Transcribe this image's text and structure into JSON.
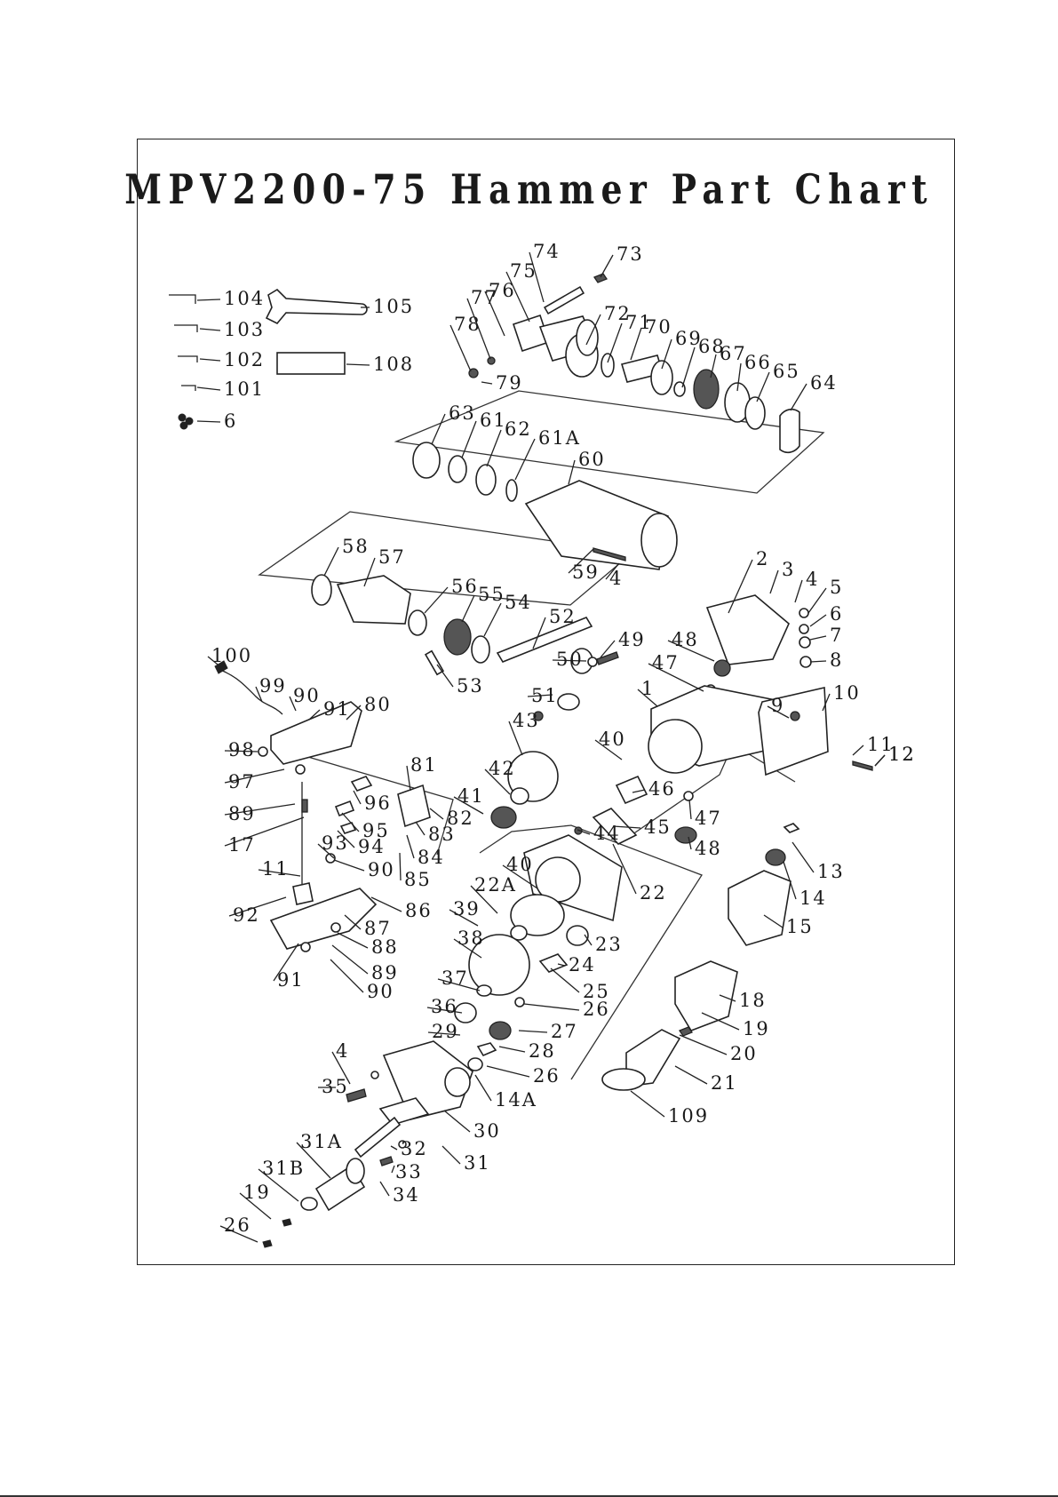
{
  "title": "MPV2200-75 Hammer Part Chart",
  "labels": [
    "104",
    "103",
    "102",
    "101",
    "6",
    "105",
    "108",
    "74",
    "73",
    "75",
    "76",
    "77",
    "78",
    "79",
    "72",
    "71",
    "70",
    "69",
    "68",
    "67",
    "66",
    "65",
    "64",
    "63",
    "61",
    "62",
    "61A",
    "60",
    "59",
    "4",
    "58",
    "57",
    "56",
    "55",
    "54",
    "52",
    "53",
    "49",
    "50",
    "51",
    "2",
    "3",
    "4",
    "5",
    "6",
    "7",
    "8",
    "48",
    "47",
    "1",
    "9",
    "10",
    "11",
    "12",
    "100",
    "99",
    "90",
    "91",
    "80",
    "98",
    "97",
    "89",
    "17",
    "81",
    "96",
    "95",
    "94",
    "93",
    "82",
    "83",
    "84",
    "85",
    "86",
    "87",
    "88",
    "89",
    "90",
    "91",
    "92",
    "11",
    "90",
    "12",
    "43",
    "42",
    "41",
    "40",
    "46",
    "44",
    "45",
    "47",
    "48",
    "13",
    "14",
    "15",
    "22",
    "40",
    "22A",
    "39",
    "38",
    "37",
    "36",
    "29",
    "4",
    "35",
    "23",
    "24",
    "25",
    "26",
    "27",
    "28",
    "26",
    "14A",
    "30",
    "31",
    "32",
    "33",
    "34",
    "31A",
    "31B",
    "19",
    "26",
    "18",
    "19",
    "20",
    "21",
    "109"
  ]
}
